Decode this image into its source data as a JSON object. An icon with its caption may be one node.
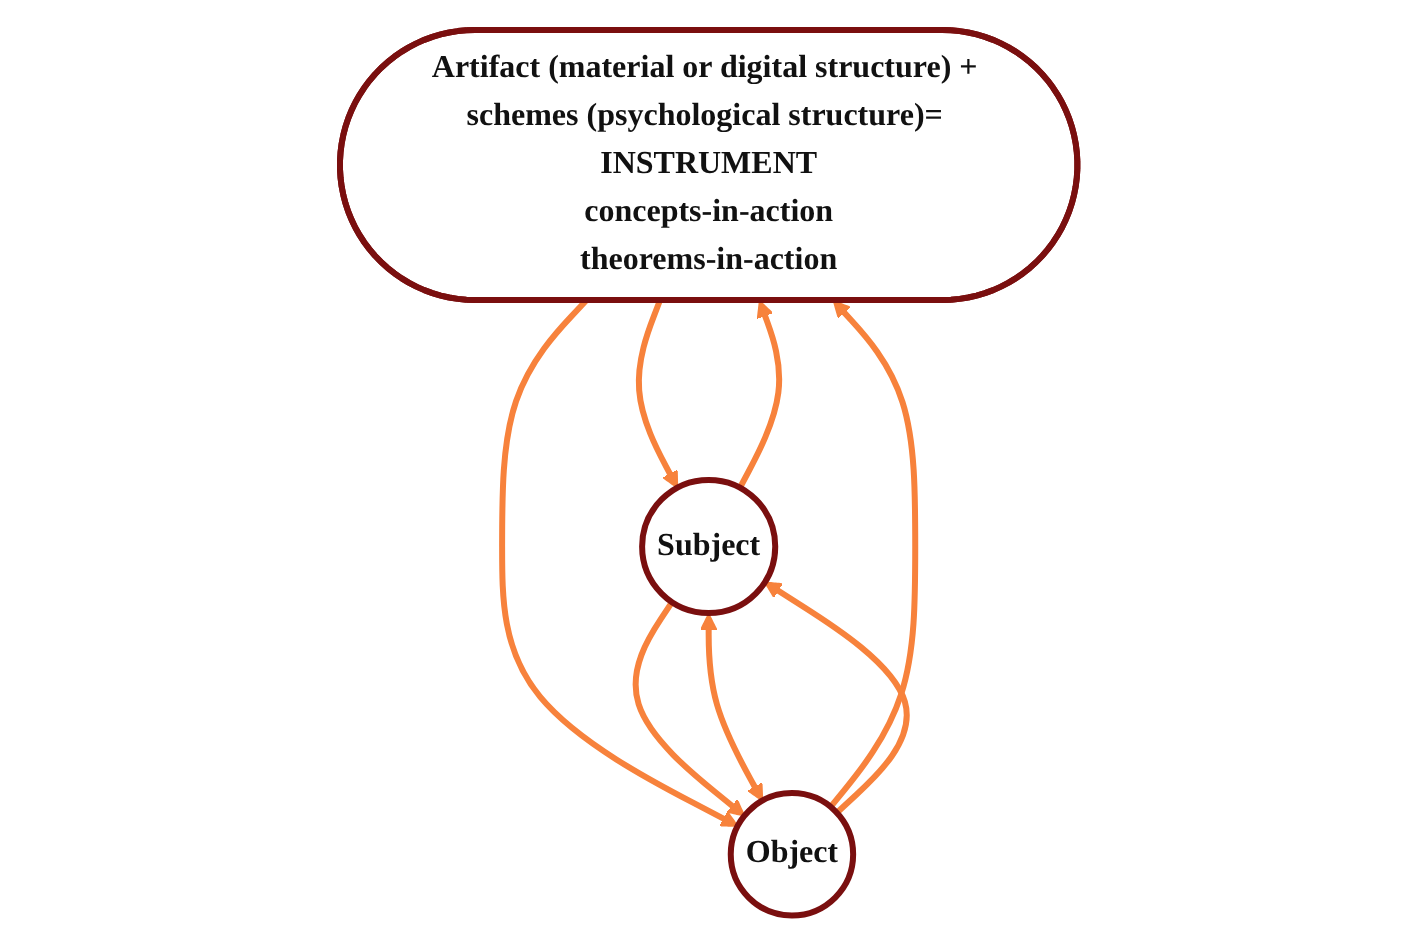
{
  "diagram": {
    "nodes": [
      {
        "text": [
          "Artifact (material or digital structure) + schemes (psychological structure)= INSTRUMENT",
          "concepts-in-action",
          "theorems-in-action"
        ]
      },
      {
        "text": [
          "Subject"
        ]
      },
      {
        "text": [
          "Object"
        ]
      }
    ],
    "edges": [
      {
        "from": 0,
        "to": 1,
        "arrow": "to"
      },
      {
        "from": 0,
        "to": 2,
        "arrow": "to"
      },
      {
        "from": 1,
        "to": 0,
        "arrow": "to"
      },
      {
        "from": 2,
        "to": 0,
        "arrow": "to"
      },
      {
        "from": 1,
        "to": 2,
        "arrow": "to"
      },
      {
        "from": 2,
        "to": 1,
        "arrow": "to"
      },
      {
        "from": 1,
        "to": 2,
        "arrow": "both"
      }
    ]
  }
}
